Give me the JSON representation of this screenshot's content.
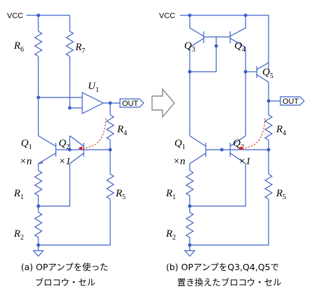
{
  "left": {
    "vcc": "VCC",
    "r6": "R",
    "r6_sub": "6",
    "r7": "R",
    "r7_sub": "7",
    "u1": "U",
    "u1_sub": "1",
    "out": "OUT",
    "r4": "R",
    "r4_sub": "4",
    "q1": "Q",
    "q1_sub": "1",
    "q2": "Q",
    "q2_sub": "2",
    "xn": "×n",
    "x1": "×1",
    "r1": "R",
    "r1_sub": "1",
    "r5": "R",
    "r5_sub": "5",
    "r2": "R",
    "r2_sub": "2",
    "caption_line1": "(a) OPアンプを使った",
    "caption_line2": "ブロコウ・セル"
  },
  "right": {
    "vcc": "VCC",
    "q3": "Q",
    "q3_sub": "3",
    "q4": "Q",
    "q4_sub": "4",
    "q5": "Q",
    "q5_sub": "5",
    "out": "OUT",
    "r4": "R",
    "r4_sub": "4",
    "q1": "Q",
    "q1_sub": "1",
    "q2": "Q",
    "q2_sub": "2",
    "xn": "×n",
    "x1": "×1",
    "r1": "R",
    "r1_sub": "1",
    "r5": "R",
    "r5_sub": "5",
    "r2": "R",
    "r2_sub": "2",
    "caption_line1": "(b) OPアンプをQ3,Q4,Q5で",
    "caption_line2": "置き換えたブロコウ・セル"
  },
  "colors": {
    "wire": "#3a5fc8",
    "current_arrow": "#d42020"
  }
}
